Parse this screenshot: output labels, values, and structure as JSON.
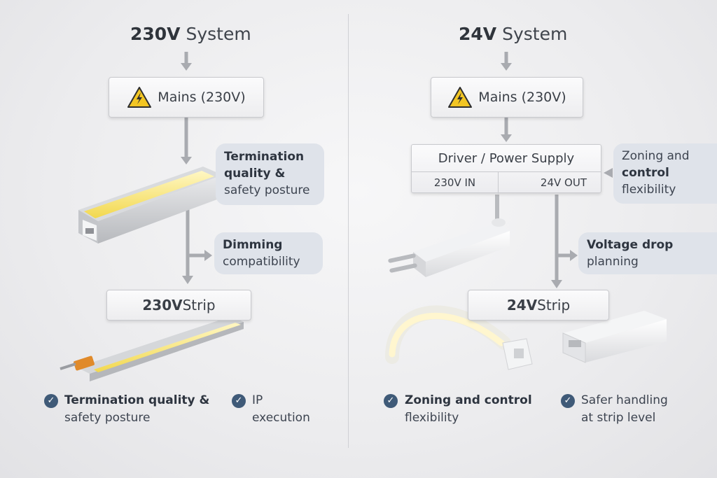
{
  "left": {
    "title_bold": "230V",
    "title_rest": " System",
    "mains_label": "Mains (230V)",
    "callout_termination": [
      "Termination",
      "quality &",
      "safety posture"
    ],
    "callout_dimming": [
      "Dimming",
      "compatibility"
    ],
    "strip_bold": "230V",
    "strip_rest": " Strip",
    "features": [
      {
        "line1": "Termination quality &",
        "line2": "safety posture"
      },
      {
        "line1": "IP",
        "line2": "execution"
      }
    ]
  },
  "right": {
    "title_bold": "24V",
    "title_rest": " System",
    "mains_label": "Mains (230V)",
    "driver_title": "Driver / Power Supply",
    "driver_in": "230V IN",
    "driver_out": "24V OUT",
    "callout_zoning": [
      "Zoning and",
      "control",
      "flexibility"
    ],
    "callout_voltage": [
      "Voltage drop",
      "planning"
    ],
    "strip_bold": "24V",
    "strip_rest": " Strip",
    "features": [
      {
        "line1": "Zoning and control",
        "line2": "flexibility"
      },
      {
        "line1": "Safer handling",
        "line2": "at strip level"
      }
    ]
  },
  "icons": [
    "warning-icon",
    "check-icon",
    "arrow-down-icon",
    "arrow-right-icon",
    "arrow-left-icon"
  ],
  "colors": {
    "accent": "#3f5a78",
    "callout": "#dfe3ea",
    "led": "#f6e27a",
    "warning": "#f3c623"
  }
}
